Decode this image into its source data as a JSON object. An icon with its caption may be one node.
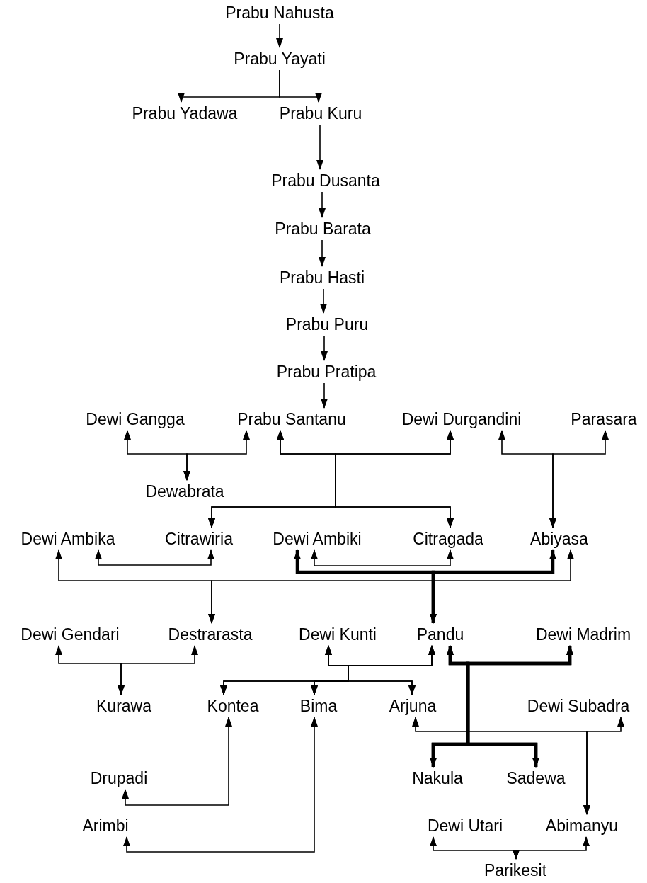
{
  "diagram": {
    "nodes": [
      {
        "text": [
          "Prabu Nahusta"
        ]
      },
      {
        "text": [
          "Prabu Yayati"
        ]
      },
      {
        "text": [
          "Prabu Yadawa"
        ]
      },
      {
        "text": [
          "Prabu Kuru"
        ]
      },
      {
        "text": [
          "Prabu Dusanta"
        ]
      },
      {
        "text": [
          "Prabu Barata"
        ]
      },
      {
        "text": [
          "Prabu Hasti"
        ]
      },
      {
        "text": [
          "Prabu Puru"
        ]
      },
      {
        "text": [
          "Prabu Pratipa"
        ]
      },
      {
        "text": [
          "Dewi Gangga"
        ]
      },
      {
        "text": [
          "Prabu Santanu"
        ]
      },
      {
        "text": [
          "Dewi Durgandini"
        ]
      },
      {
        "text": [
          "Parasara"
        ]
      },
      {
        "text": [
          "Dewabrata"
        ]
      },
      {
        "text": [
          "Dewi Ambika"
        ]
      },
      {
        "text": [
          "Citrawiria"
        ]
      },
      {
        "text": [
          "Dewi Ambiki"
        ]
      },
      {
        "text": [
          "Citragada"
        ]
      },
      {
        "text": [
          "Abiyasa"
        ]
      },
      {
        "text": [
          "Dewi Gendari"
        ]
      },
      {
        "text": [
          "Destrarasta"
        ]
      },
      {
        "text": [
          "Dewi Kunti"
        ]
      },
      {
        "text": [
          "Pandu"
        ]
      },
      {
        "text": [
          "Dewi Madrim"
        ]
      },
      {
        "text": [
          "Kurawa"
        ]
      },
      {
        "text": [
          "Kontea"
        ]
      },
      {
        "text": [
          "Bima"
        ]
      },
      {
        "text": [
          "Arjuna"
        ]
      },
      {
        "text": [
          "Dewi Subadra"
        ]
      },
      {
        "text": [
          "Drupadi"
        ]
      },
      {
        "text": [
          "Nakula"
        ]
      },
      {
        "text": [
          "Sadewa"
        ]
      },
      {
        "text": [
          "Arimbi"
        ]
      },
      {
        "text": [
          "Dewi Utari"
        ]
      },
      {
        "text": [
          "Abimanyu"
        ]
      },
      {
        "text": [
          "Parikesit"
        ]
      }
    ],
    "edges": [
      {
        "from": 0,
        "to": 1,
        "arrow": "to"
      },
      {
        "from": 1,
        "to": 2,
        "arrow": "to"
      },
      {
        "from": 1,
        "to": 3,
        "arrow": "to"
      },
      {
        "from": 3,
        "to": 4,
        "arrow": "to"
      },
      {
        "from": 4,
        "to": 5,
        "arrow": "to"
      },
      {
        "from": 5,
        "to": 6,
        "arrow": "to"
      },
      {
        "from": 6,
        "to": 7,
        "arrow": "to"
      },
      {
        "from": 7,
        "to": 8,
        "arrow": "to"
      },
      {
        "from": 8,
        "to": 10,
        "arrow": "to"
      },
      {
        "from": 9,
        "to": 13,
        "arrow": "both"
      },
      {
        "from": 10,
        "to": 13,
        "arrow": "both"
      },
      {
        "from": 10,
        "to": 15,
        "arrow": "both"
      },
      {
        "from": 11,
        "to": 15,
        "arrow": "both"
      },
      {
        "from": 10,
        "to": 17,
        "arrow": "both"
      },
      {
        "from": 11,
        "to": 17,
        "arrow": "both"
      },
      {
        "from": 11,
        "to": 18,
        "arrow": "both"
      },
      {
        "from": 12,
        "to": 18,
        "arrow": "both"
      },
      {
        "from": 14,
        "to": 15,
        "arrow": "both"
      },
      {
        "from": 16,
        "to": 17,
        "arrow": "both"
      },
      {
        "from": 14,
        "to": 20,
        "arrow": "both"
      },
      {
        "from": 18,
        "to": 20,
        "arrow": "both"
      },
      {
        "from": 16,
        "to": 22,
        "arrow": "both",
        "style": "thick"
      },
      {
        "from": 18,
        "to": 22,
        "arrow": "both",
        "style": "thick"
      },
      {
        "from": 19,
        "to": 24,
        "arrow": "both"
      },
      {
        "from": 20,
        "to": 24,
        "arrow": "both"
      },
      {
        "from": 21,
        "to": 25,
        "arrow": "both"
      },
      {
        "from": 22,
        "to": 25,
        "arrow": "both"
      },
      {
        "from": 21,
        "to": 26,
        "arrow": "both"
      },
      {
        "from": 22,
        "to": 26,
        "arrow": "both"
      },
      {
        "from": 21,
        "to": 27,
        "arrow": "both"
      },
      {
        "from": 22,
        "to": 27,
        "arrow": "both"
      },
      {
        "from": 22,
        "to": 30,
        "arrow": "both",
        "style": "thick"
      },
      {
        "from": 23,
        "to": 30,
        "arrow": "both",
        "style": "thick"
      },
      {
        "from": 22,
        "to": 31,
        "arrow": "both",
        "style": "thick"
      },
      {
        "from": 23,
        "to": 31,
        "arrow": "both",
        "style": "thick"
      },
      {
        "from": 27,
        "to": 34,
        "arrow": "both"
      },
      {
        "from": 28,
        "to": 34,
        "arrow": "both"
      },
      {
        "from": 29,
        "to": 25,
        "arrow": "both"
      },
      {
        "from": 32,
        "to": 26,
        "arrow": "both"
      },
      {
        "from": 33,
        "to": 35,
        "arrow": "both"
      },
      {
        "from": 34,
        "to": 35,
        "arrow": "both"
      }
    ]
  }
}
